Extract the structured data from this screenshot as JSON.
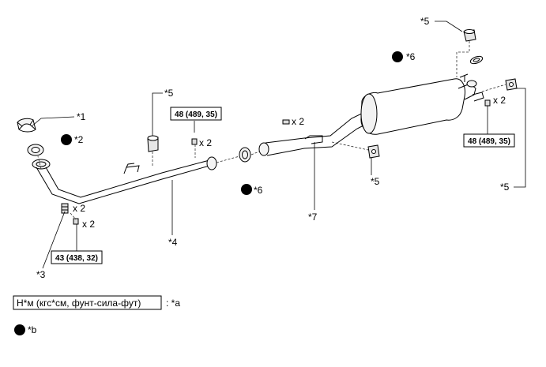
{
  "callouts": {
    "c1": "*1",
    "c2": "*2",
    "c3": "*3",
    "c4": "*4",
    "c5_left": "*5",
    "c5_mid": "*5",
    "c5_top": "*5",
    "c5_right": "*5",
    "c6_left": "*6",
    "c6_top": "*6",
    "c7": "*7"
  },
  "torque": {
    "mid": "48 (489, 35)",
    "right": "48 (489, 35)",
    "left": "43 (438, 32)"
  },
  "quantity": {
    "q_mid": "x 2",
    "q_left1": "x 2",
    "q_left2": "x 2",
    "q_center": "x 2",
    "q_right": "x 2"
  },
  "legend": {
    "box_text": "Н*м (кгс*см, фунт-сила-фут)",
    "box_ref": ": *a",
    "dot_ref": "*b"
  },
  "colors": {
    "line": "#000000",
    "dash": "#333333",
    "dot": "#000000"
  }
}
